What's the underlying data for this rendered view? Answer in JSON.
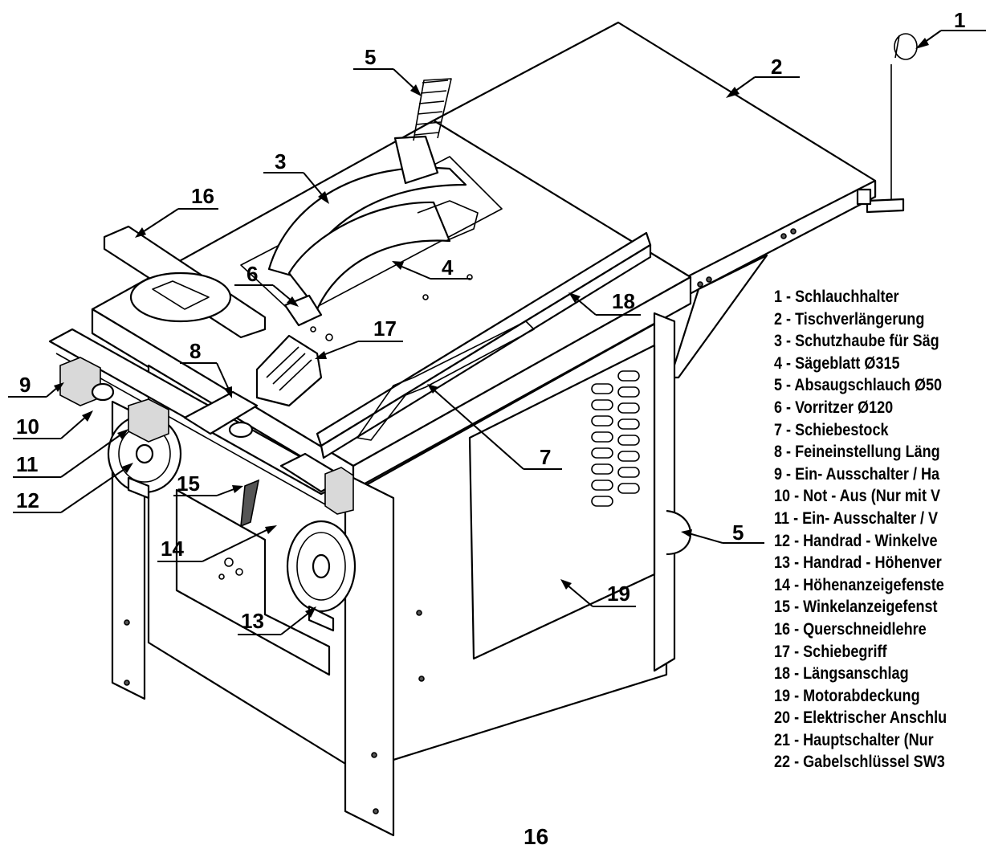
{
  "callouts": [
    {
      "id": "c1",
      "label": "1"
    },
    {
      "id": "c2",
      "label": "2"
    },
    {
      "id": "c3",
      "label": "3"
    },
    {
      "id": "c4",
      "label": "4"
    },
    {
      "id": "c5a",
      "label": "5"
    },
    {
      "id": "c5b",
      "label": "5"
    },
    {
      "id": "c6",
      "label": "6"
    },
    {
      "id": "c7",
      "label": "7"
    },
    {
      "id": "c8",
      "label": "8"
    },
    {
      "id": "c9",
      "label": "9"
    },
    {
      "id": "c10",
      "label": "10"
    },
    {
      "id": "c11",
      "label": "11"
    },
    {
      "id": "c12",
      "label": "12"
    },
    {
      "id": "c13",
      "label": "13"
    },
    {
      "id": "c14",
      "label": "14"
    },
    {
      "id": "c15",
      "label": "15"
    },
    {
      "id": "c16",
      "label": "16"
    },
    {
      "id": "c17",
      "label": "17"
    },
    {
      "id": "c18",
      "label": "18"
    },
    {
      "id": "c19",
      "label": "19"
    }
  ],
  "legend": [
    "1  - Schlauchhalter",
    "2  - Tischverlängerung",
    "3  - Schutzhaube für Säg",
    "4  - Sägeblatt Ø315",
    "5  - Absaugschlauch Ø50",
    "6  - Vorritzer Ø120",
    "7  - Schiebestock",
    "8  - Feineinstellung Läng",
    "9  - Ein- Ausschalter / Ha",
    "10 - Not - Aus (Nur mit V",
    "11 - Ein- Ausschalter / V",
    "12 - Handrad - Winkelve",
    "13 - Handrad - Höhenver",
    "14 - Höhenanzeigefenste",
    "15 - Winkelanzeigefenst",
    "16 - Querschneidlehre",
    "17 - Schiebegriff",
    "18 - Längsanschlag",
    "19 - Motorabdeckung",
    "20 - Elektrischer Anschlu",
    "21 - Hauptschalter (Nur",
    "22 - Gabelschlüssel SW3"
  ],
  "page_number": "16"
}
